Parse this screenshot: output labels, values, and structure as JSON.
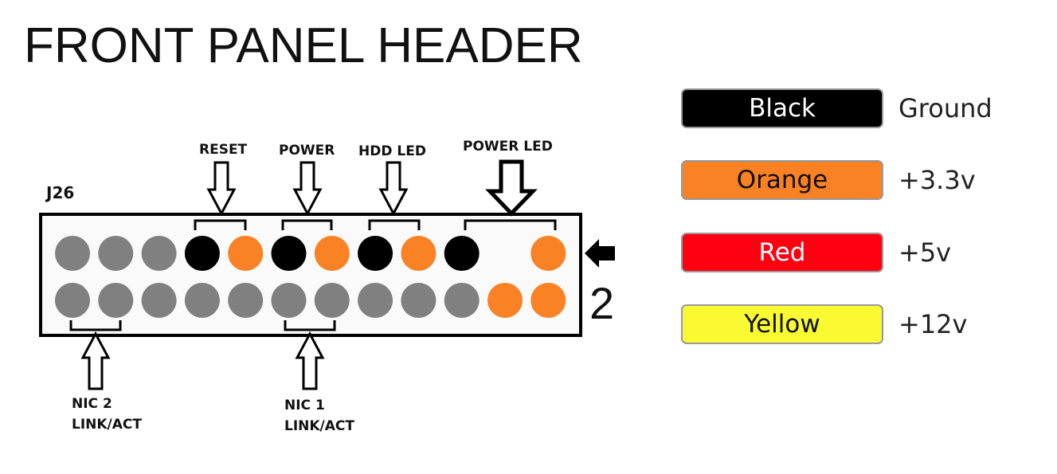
{
  "title": "FRONT PANEL HEADER",
  "header": {
    "name": "J26",
    "pin2_label": "2",
    "row_top": [
      "gray",
      "gray",
      "gray",
      "black",
      "orange",
      "black",
      "orange",
      "black",
      "orange",
      "black",
      "empty",
      "orange"
    ],
    "row_bottom": [
      "gray",
      "gray",
      "gray",
      "gray",
      "gray",
      "gray",
      "gray",
      "gray",
      "gray",
      "gray",
      "orange",
      "orange"
    ]
  },
  "labels": {
    "reset": "RESET",
    "power": "POWER",
    "hdd_led": "HDD LED",
    "power_led": "POWER LED",
    "nic2_line1": "NIC 2",
    "nic2_line2": "LINK/ACT",
    "nic1_line1": "NIC 1",
    "nic1_line2": "LINK/ACT"
  },
  "legend": [
    {
      "color_name": "Black",
      "meaning": "Ground",
      "fill": "#000000",
      "text_color": "#ffffff"
    },
    {
      "color_name": "Orange",
      "meaning": "+3.3v",
      "fill": "#fa8124",
      "text_color": "#111111"
    },
    {
      "color_name": "Red",
      "meaning": "+5v",
      "fill": "#ff0011",
      "text_color": "#ffffff"
    },
    {
      "color_name": "Yellow",
      "meaning": "+12v",
      "fill": "#fafa33",
      "text_color": "#111111"
    }
  ],
  "pin_colors": {
    "gray": "#808080",
    "black": "#000000",
    "orange": "#fa8124"
  }
}
